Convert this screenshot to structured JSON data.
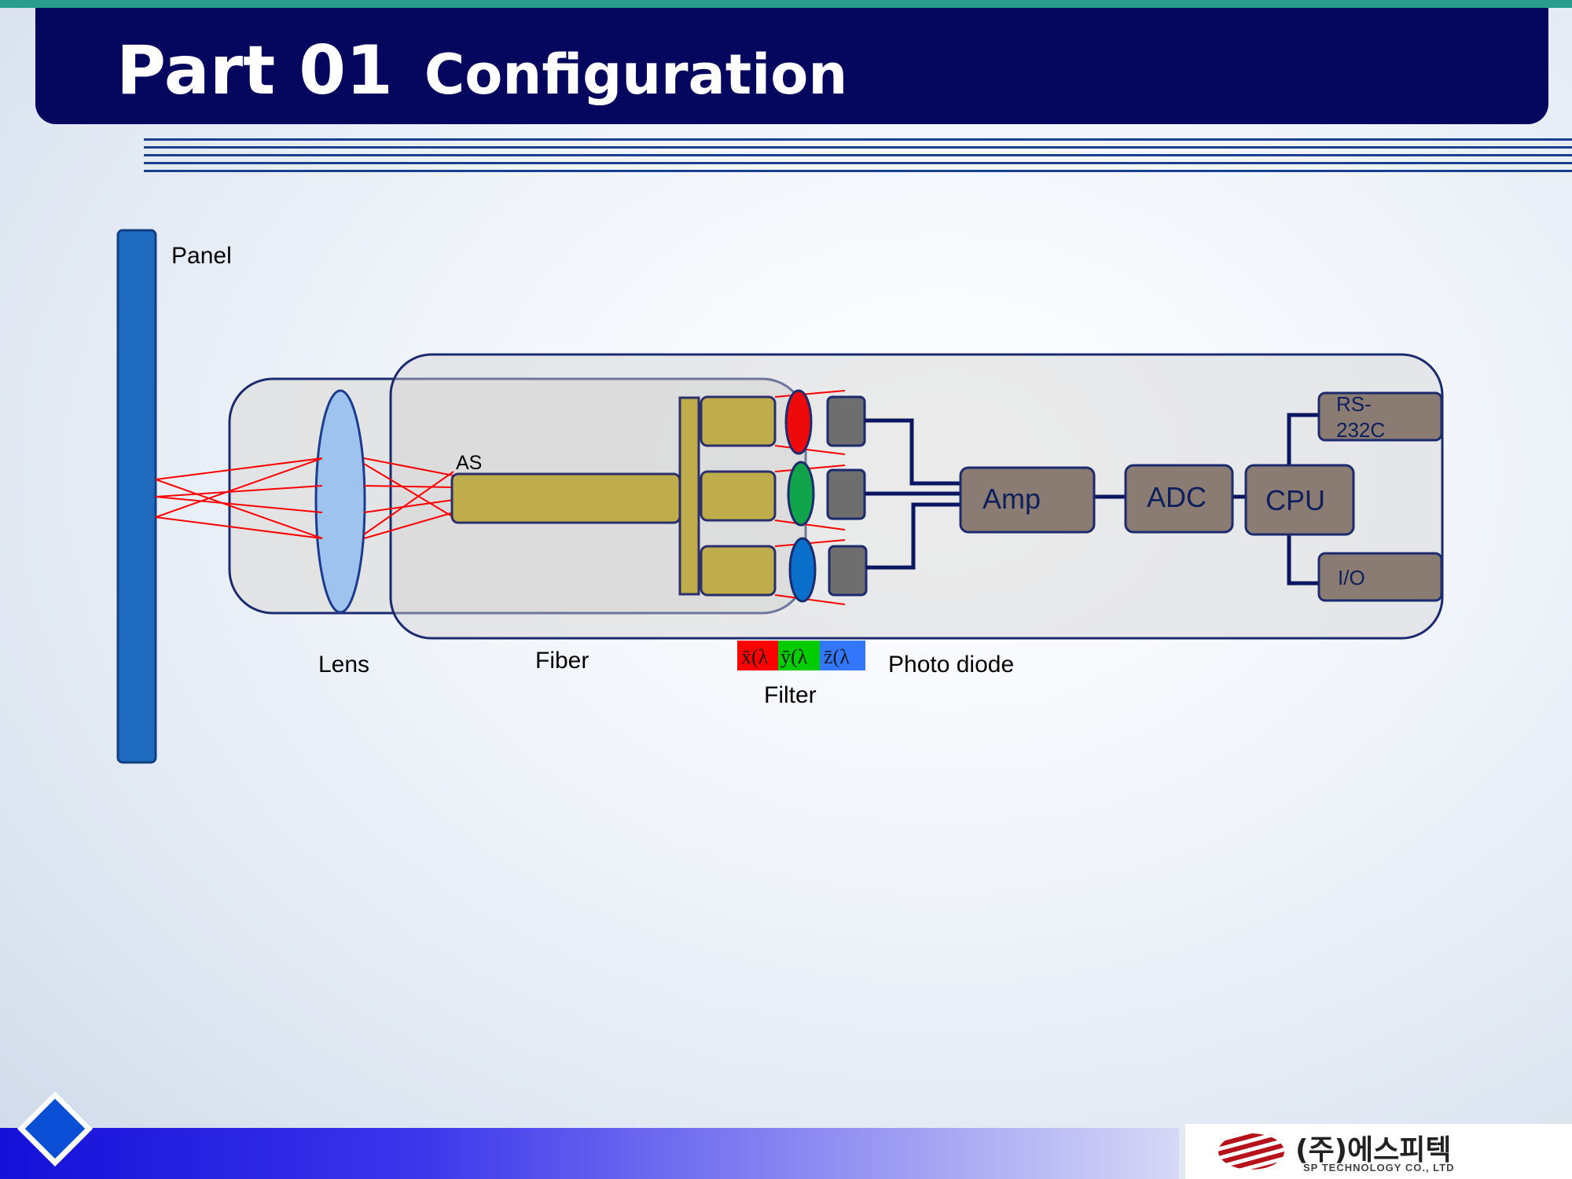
{
  "header": {
    "part_label": "Part 01",
    "title": "Configuration"
  },
  "diagram": {
    "panel_label": "Panel",
    "lens_label": "Lens",
    "fiber_label": "Fiber",
    "as_label": "AS",
    "filter_label": "Filter",
    "photo_diode_label": "Photo diode",
    "filter_swatches": [
      {
        "text": "x̄(λ",
        "color": "#ff0000"
      },
      {
        "text": "ȳ(λ",
        "color": "#00cc00"
      },
      {
        "text": "z̄(λ",
        "color": "#3377ff"
      }
    ],
    "blocks": {
      "amp": "Amp",
      "adc": "ADC",
      "cpu": "CPU",
      "rs232c_line1": "RS-",
      "rs232c_line2": "232C",
      "io": "I/O"
    }
  },
  "footer": {
    "company_name": "(주)에스피텍",
    "company_name_en": "SP TECHNOLOGY CO., LTD"
  },
  "colors": {
    "header_band": "#05065e",
    "panel": "#1f6bbf",
    "fiber": "#bfac4a",
    "block_fill": "#8a7b73",
    "ray": "#ff0000"
  }
}
